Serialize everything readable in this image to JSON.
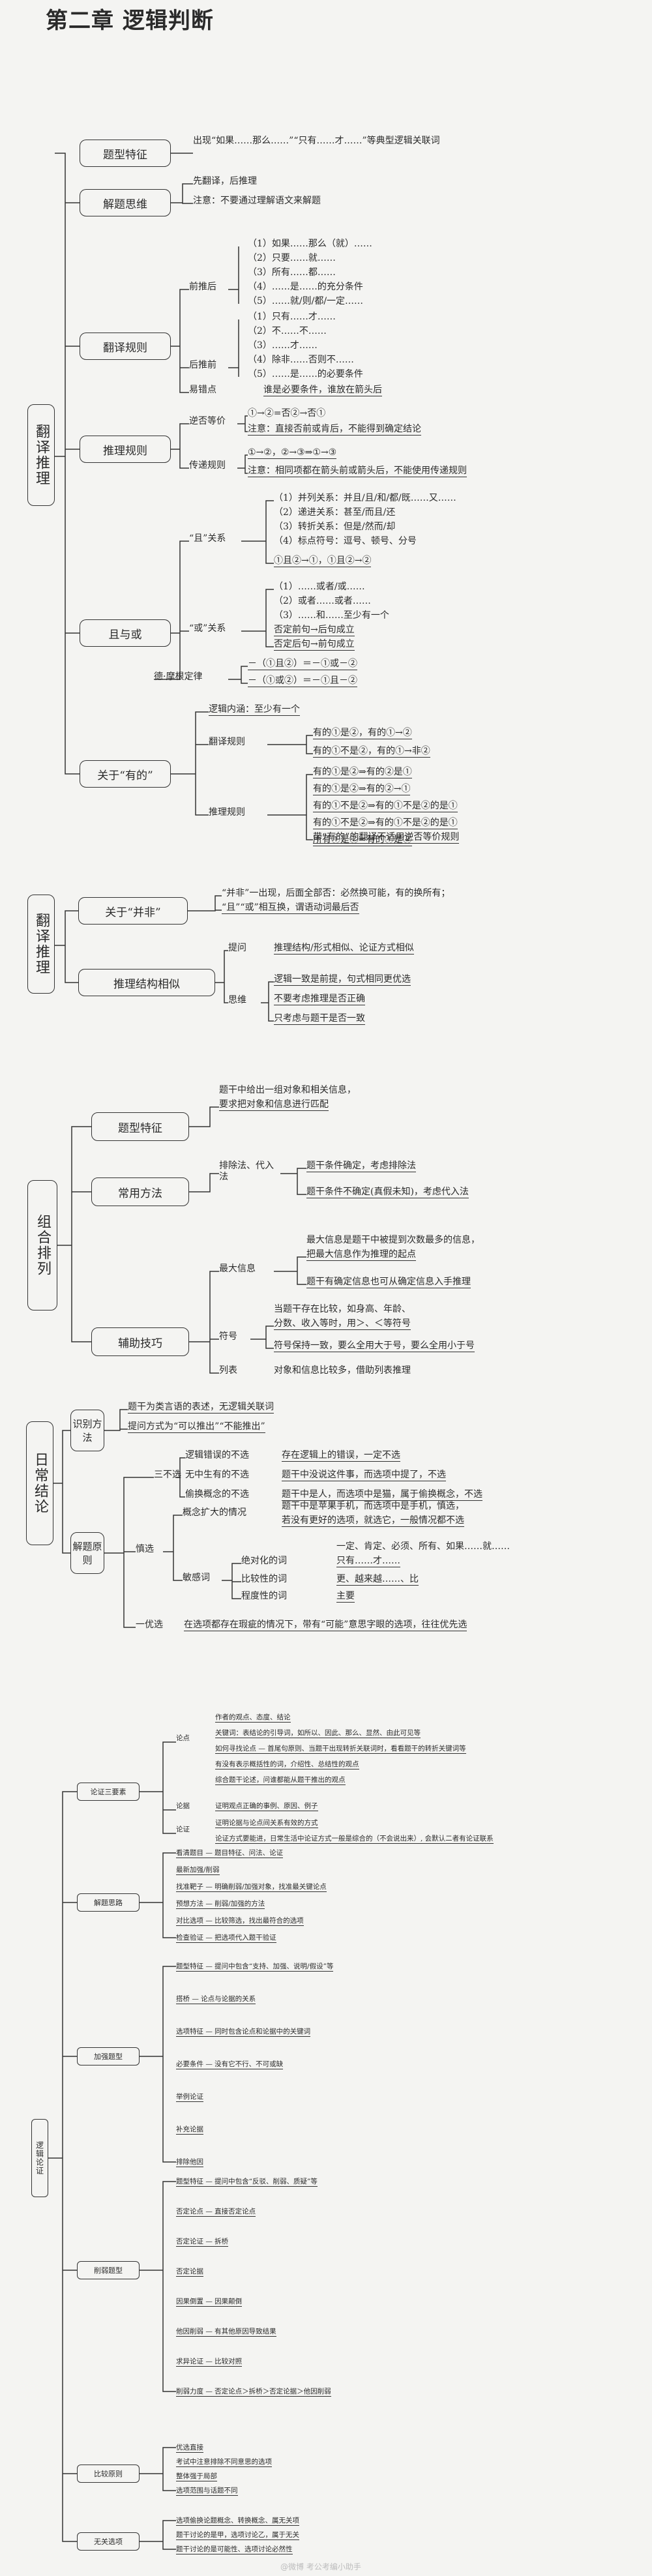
{
  "title": "第二章 逻辑判断",
  "sec1": {
    "root": "翻译推理",
    "tixing": "题型特征",
    "tixing_text": "出现“如果……那么……”“只有……才……”等典型逻辑关联词",
    "siwei": "解题思维",
    "siwei_a": "先翻译，后推理",
    "siwei_b": "注意：不要通过理解语文来解题",
    "guize": "翻译规则",
    "qiantui": "前推后",
    "qian_items": [
      "（1）如果……那么（就）……",
      "（2）只要……就……",
      "（3）所有……都……",
      "（4）……是……的充分条件",
      "（5）……就/则/都/一定……"
    ],
    "houtui": "后推前",
    "hou_items": [
      "（1）只有……才……",
      "（2）不……不……",
      "（3）……才……",
      "（4）除非……否则不……",
      "（5）……是……的必要条件"
    ],
    "yicuo": "易错点",
    "yicuo_text": "谁是必要条件，谁放在箭头后",
    "tuili": "推理规则",
    "nifou": "逆否等价",
    "nifou_a": "①→②=否②→否①",
    "nifou_b": "注意：直接否前或肯后，不能得到确定结论",
    "chuandi": "传递规则",
    "chuandi_a": "①→②，②→③⇒①→③",
    "chuandi_b": "注意：相同项都在箭头前或箭头后，不能使用传递规则",
    "qiehuo": "且与或",
    "qie": "“且”关系",
    "qie_items": [
      "（1）并列关系：并且/且/和/都/既……又……",
      "（2）递进关系：甚至/而且/还",
      "（3）转折关系：但是/然而/却",
      "（4）标点符号：逗号、顿号、分号"
    ],
    "qie_true": "①且②→①，①且②→②",
    "huo": "“或”关系",
    "huo_items": [
      "（1）……或者/或……",
      "（2）或者……或者……",
      "（3）……和……至少有一个"
    ],
    "huo_a": "否定前句→后句成立",
    "huo_b": "否定后句→前句成立",
    "demo": "德·摩根定律",
    "demo_a": "－（①且②）＝－①或－②",
    "demo_b": "－（①或②）＝－①且－②",
    "youde": "关于“有的”",
    "luoji": "逻辑内涵：至少有一个",
    "fanyi": "翻译规则",
    "fanyi_a": "有的①是②，有的①→②",
    "fanyi_b": "有的①不是②，有的①→非②",
    "tuilig": "推理规则",
    "tuili_items": [
      "有的①是②⇒有的②是①",
      "有的①是②⇒有的②→①",
      "有的①不是②⇒有的①不是②的是①",
      "有的①不是②⇒有的①不是②的是①",
      "所有①是②⇒有的①是②"
    ],
    "tuili_last": "带“有的”的翻译不适用逆否等价规则"
  },
  "sec2": {
    "root": "翻译推理",
    "bingfei": "关于“并非”",
    "bingfei_a": "“并非”一出现，后面全部否：必然换可能，有的换所有；",
    "bingfei_b": "“且”“或”相互换，谓语动词最后否",
    "jiegou": "推理结构相似",
    "tiwen": "提问",
    "tiwen_text": "推理结构/形式相似、论证方式相似",
    "siwei": "思维",
    "siwei_items": [
      "逻辑一致是前提，句式相同更优选",
      "不要考虑推理是否正确",
      "只考虑与题干是否一致"
    ]
  },
  "sec3": {
    "root": "组合排列",
    "tixing": "题型特征",
    "tixing_a": "题干中给出一组对象和相关信息，",
    "tixing_b": "要求把对象和信息进行匹配",
    "fangfa": "常用方法",
    "paichu": "排除法、代入法",
    "paichu_a": "题干条件确定，考虑排除法",
    "paichu_b": "题干条件不确定(真假未知)，考虑代入法",
    "jiqiao": "辅助技巧",
    "zuida": "最大信息",
    "zuida_a": "最大信息是题干中被提到次数最多的信息，",
    "zuida_b": "把最大信息作为推理的起点",
    "zuida_c": "题干有确定信息也可从确定信息入手推理",
    "fuhao": "符号",
    "fuhao_a": "当题干存在比较，如身高、年龄、",
    "fuhao_b": "分数、收入等时，用＞、＜等符号",
    "fuhao_c": "符号保持一致，要么全用大于号，要么全用小于号",
    "liebiao": "列表",
    "liebiao_text": "对象和信息比较多，借助列表推理"
  },
  "sec4": {
    "root": "日常结论",
    "shibie": "识别方法",
    "shibie_a": "题干为类言语的表述，无逻辑关联词",
    "shibie_b": "提问方式为“可以推出”“不能推出”",
    "jieti": "解题原则",
    "sanbuxuan": "三不选",
    "sbx_items": [
      "逻辑错误的不选",
      "无中生有的不选",
      "偷换概念的不选"
    ],
    "sbx_desc": [
      "存在逻辑上的错误，一定不选",
      "题干中没说这件事，而选项中提了，不选",
      "题干中是人，而选项中是猫，属于偷换概念，不选"
    ],
    "tezheng": "概念扩大的情况",
    "tezheng_a": "题干中是苹果手机，而选项中是手机，慎选，",
    "tezheng_b": "若没有更好的选项，就选它，一般情况都不选",
    "shenxuan": "慎选",
    "mgc": "敏感词",
    "jueduihua": "绝对化的词",
    "jueduihua_list": "一定、肯定、必须、所有、如果……就……",
    "jueduihua_b": "只有……才……",
    "bijiao": "比较性的词",
    "bijiao_list": "更、越来越……、比",
    "chengdu": "程度性的词",
    "chengdu_list": "主要",
    "youxuan": "一优选",
    "youxuan_text": "在选项都存在瑕疵的情况下，带有“可能”意思字眼的选项，往往优先选"
  },
  "sec5": {
    "root": "逻辑论证",
    "lunzheng": "论证三要素",
    "luntai": "论点",
    "lunzheng_items": [
      "作者的观点、态度、结论",
      "关键词：表结论的引导词，如所以、因此、那么、显然、由此可见等",
      "如何寻找论点 — 首尾句原则、当题干出现转折关联词时，看看题干的转折关键词等",
      "有没有表示概括性的词，介绍性、总结性的观点",
      "综合题干论述，问谁都能从题干推出的观点"
    ],
    "lunju": "论据",
    "lunju_text": "证明观点正确的事例、原因、例子",
    "lunzhengb": "论证",
    "lunzheng_b_items": [
      "证明论据与论点间关系有效的方式",
      "论证方式要能进，日常生活中论证方式一般是综合的（不会说出来）, 会默认二者有论证联系"
    ],
    "jieti": "解题思路",
    "jieti_items": [
      "看清题目 — 题目特征、问法、论证",
      "最新加强/削弱",
      "找准靶子 — 明确削弱/加强对象，找准最关键论点",
      "预想方法 — 削弱/加强的方法",
      "对比选项 — 比较筛选，找出最符合的选项",
      "检查验证 — 把选项代入题干验证"
    ],
    "jiaqiang": "加强题型",
    "jiaqiang_items": [
      "题型特征 — 提问中包含“支持、加强、说明/假设”等",
      "搭桥 — 论点与论据的关系",
      "选项特征 — 同时包含论点和论据中的关键词",
      "必要条件 — 没有它不行、不可或缺",
      "举例论证",
      "补充论据",
      "排除他因"
    ],
    "xueruo": "削弱题型",
    "xueruo_items": [
      "题型特征 — 提问中包含“反驳、削弱、质疑”等",
      "否定论点 — 直接否定论点",
      "否定论证 — 拆桥",
      "否定论据",
      "因果倒置 — 因果颠倒",
      "他因削弱 — 有其他原因导致结果",
      "求异论证 — 比较对照",
      "削弱力度 — 否定论点＞拆桥＞否定论据＞他因削弱"
    ],
    "bijiao": "比较原则",
    "bijiao_items": [
      "优选直接",
      "考试中注意排除不同意思的选项",
      "整体强于局部",
      "选项范围与话题不同"
    ],
    "wuguan": "无关选项",
    "wuguan_items": [
      "选项偷换论题概念、转换概念、属无关项",
      "题干讨论的是甲，选项讨论乙，属于无关",
      "题干讨论的是可能性、选项讨论必然性"
    ]
  },
  "watermark": "@微博 考公考编小助手"
}
